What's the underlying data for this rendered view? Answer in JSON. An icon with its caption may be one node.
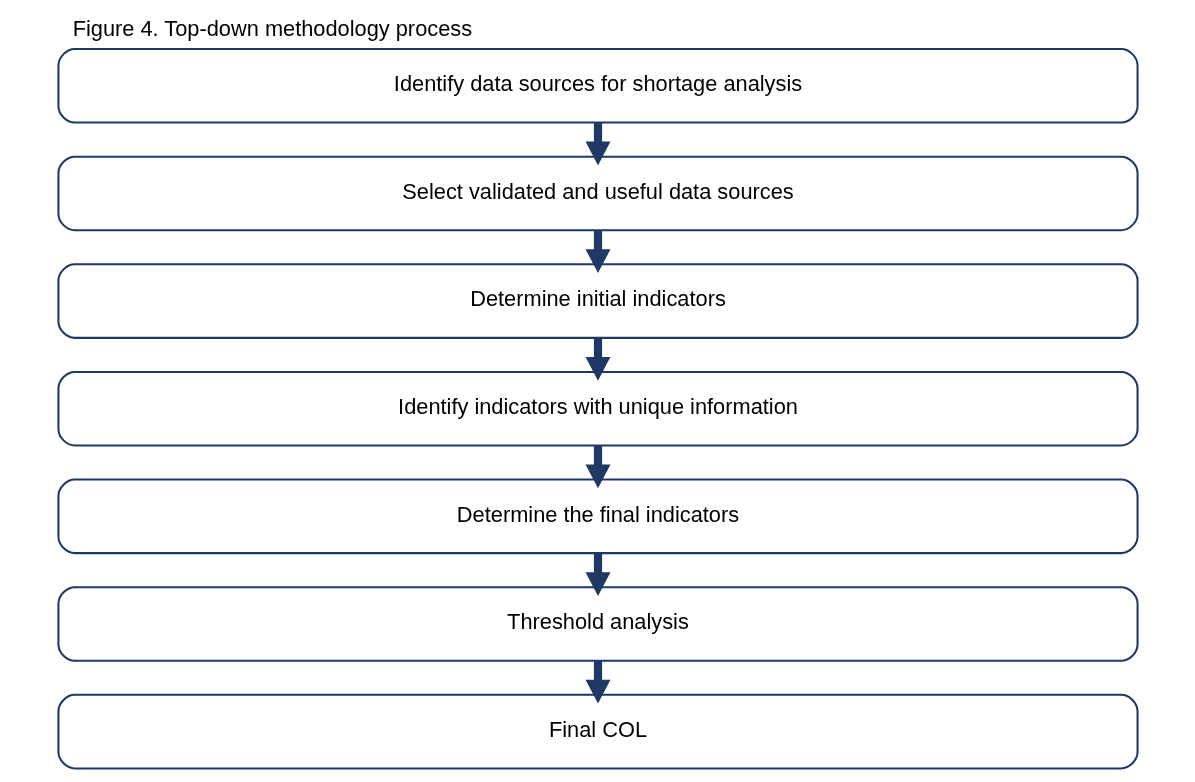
{
  "diagram": {
    "title": "Figure 4. Top-down methodology process",
    "nodes": [
      {
        "text": [
          "Identify data sources for shortage analysis"
        ]
      },
      {
        "text": [
          "Select validated and useful data sources"
        ]
      },
      {
        "text": [
          "Determine initial indicators"
        ]
      },
      {
        "text": [
          "Identify indicators with unique information"
        ]
      },
      {
        "text": [
          "Determine the final indicators"
        ]
      },
      {
        "text": [
          "Threshold analysis"
        ]
      },
      {
        "text": [
          "Final COL"
        ]
      }
    ],
    "edges": [
      {
        "from": 0,
        "to": 1,
        "arrow": "to"
      },
      {
        "from": 1,
        "to": 2,
        "arrow": "to"
      },
      {
        "from": 2,
        "to": 3,
        "arrow": "to"
      },
      {
        "from": 3,
        "to": 4,
        "arrow": "to"
      },
      {
        "from": 4,
        "to": 5,
        "arrow": "to"
      },
      {
        "from": 5,
        "to": 6,
        "arrow": "to"
      }
    ]
  }
}
